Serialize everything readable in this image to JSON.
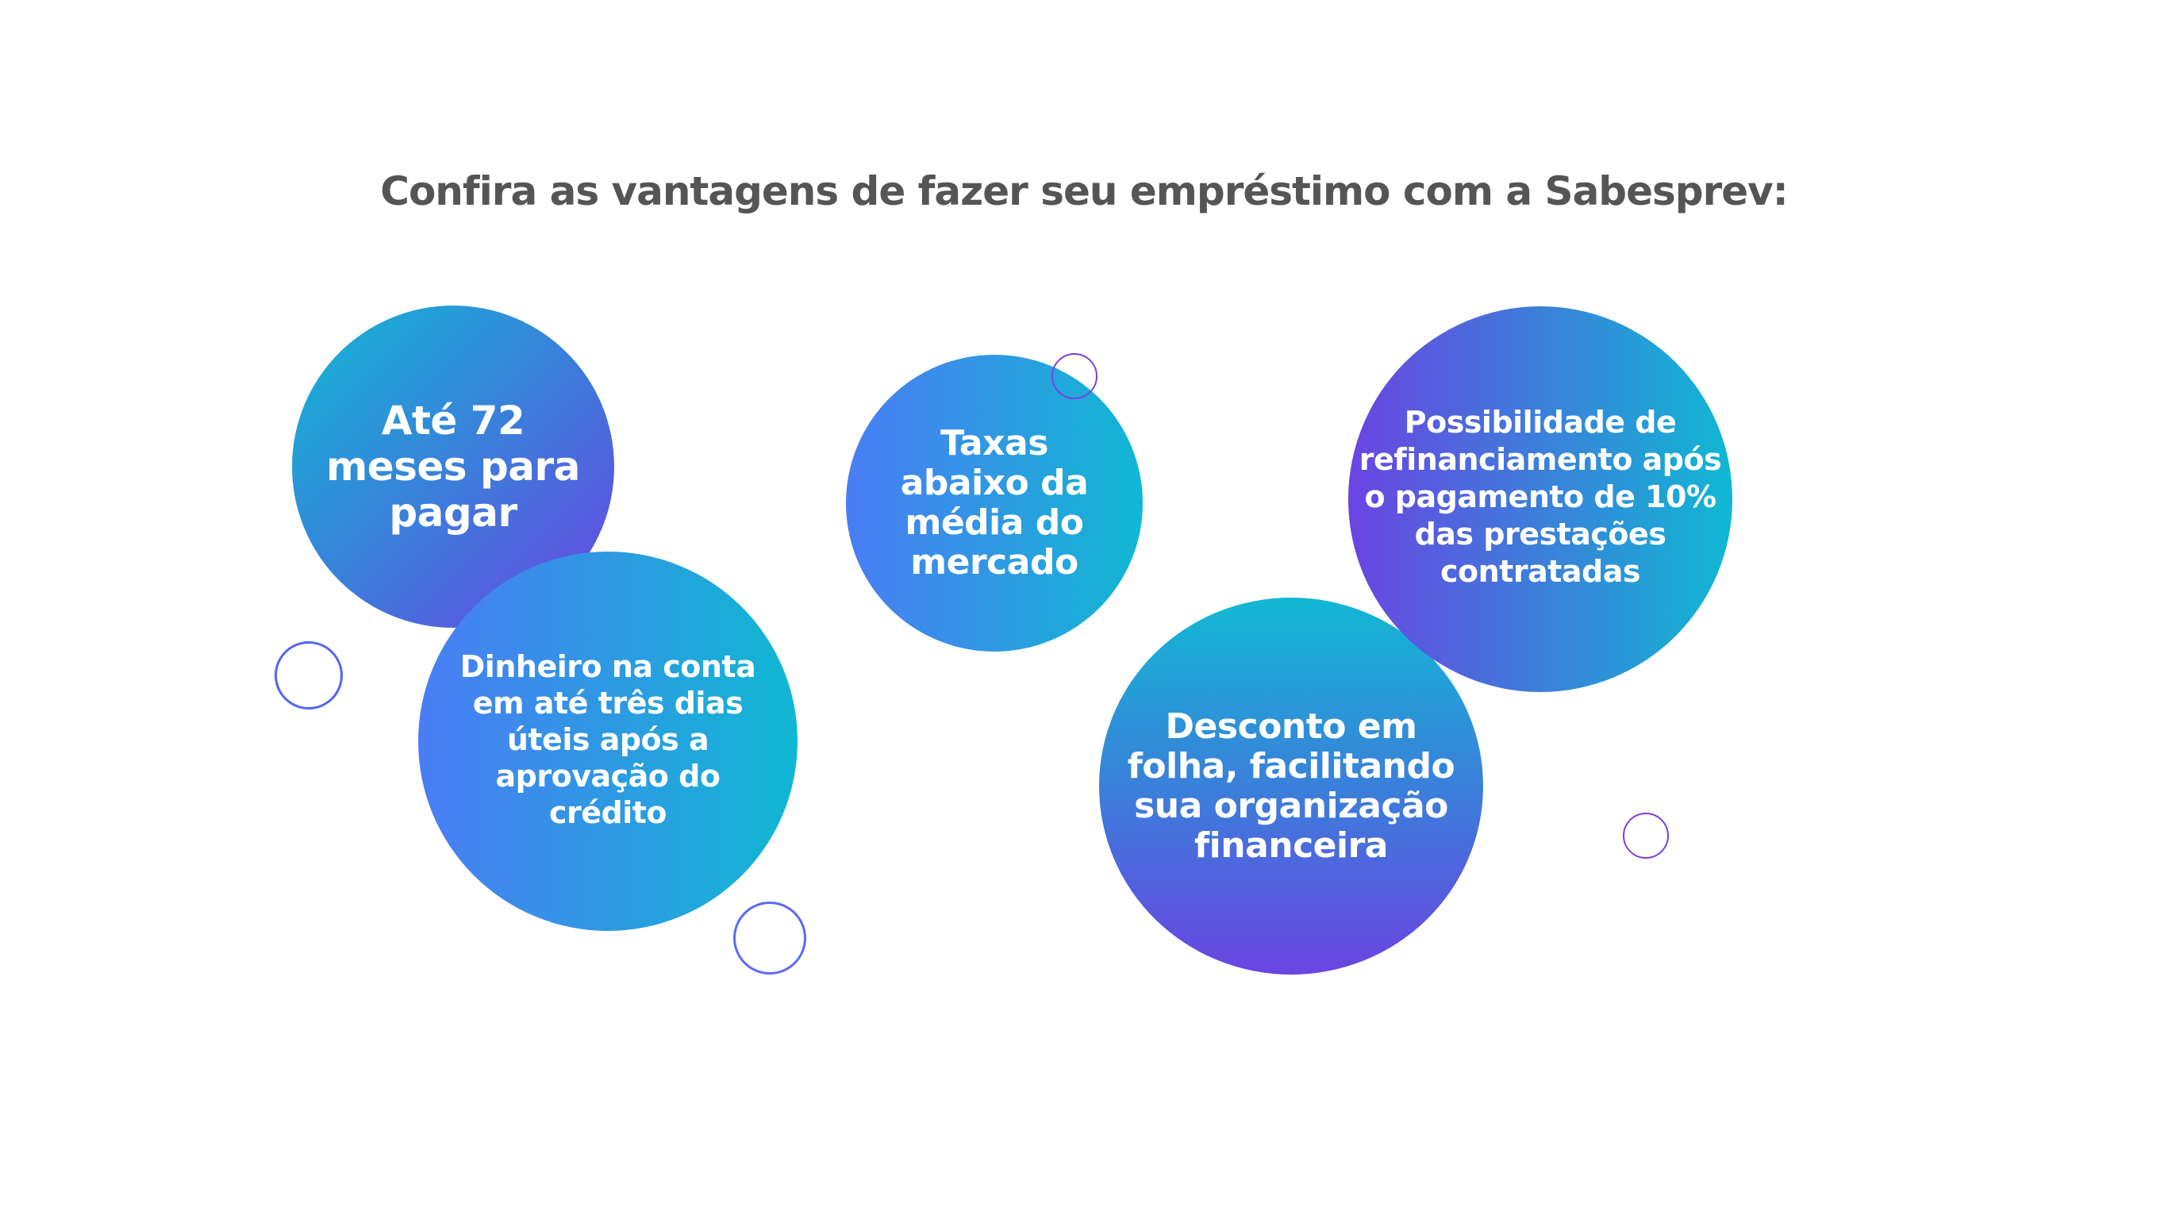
{
  "title": "Confira as vantagens de fazer seu empréstimo com a Sabesprev:",
  "colors": {
    "title": "#555555",
    "cyan": "#12B8D4",
    "blue": "#4A7DF5",
    "purple": "#6A44E2",
    "ring_blue": "#5466F2",
    "ring_purple": "#7B3FE4"
  },
  "bubbles": [
    {
      "id": "prazo",
      "text": "Até 72 meses para pagar"
    },
    {
      "id": "dinheiro",
      "text": "Dinheiro na conta em até três dias úteis após a aprovação do crédito"
    },
    {
      "id": "taxas",
      "text": "Taxas abaixo da média do mercado"
    },
    {
      "id": "refinanciamento",
      "text": "Possibilidade de refinanciamento após o pagamento de 10% das prestações contratadas"
    },
    {
      "id": "desconto",
      "text": "Desconto em folha, facilitando sua organização financeira"
    }
  ]
}
